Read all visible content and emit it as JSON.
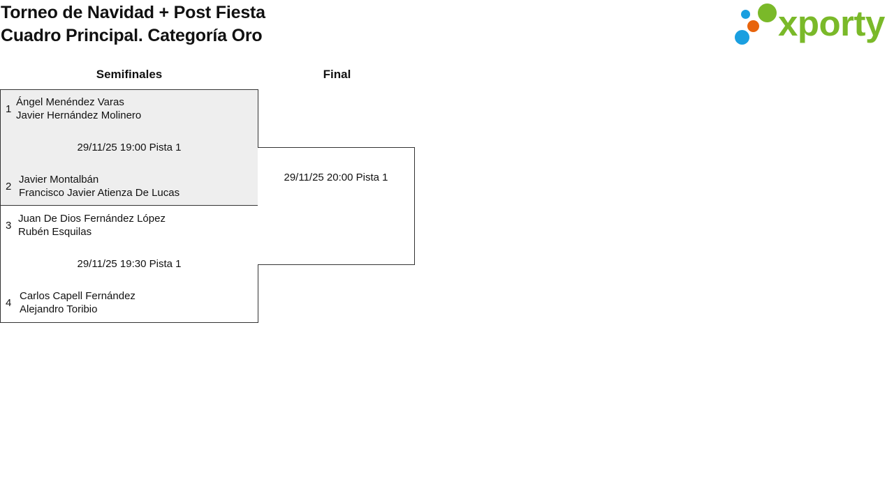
{
  "header": {
    "title_line1": "Torneo de Navidad + Post Fiesta",
    "title_line2": "Cuadro Principal. Categoría Oro"
  },
  "logo": {
    "text": "xporty",
    "colors": {
      "green": "#7ab929",
      "blue": "#1a9fe0",
      "orange": "#e8640c"
    }
  },
  "rounds": {
    "semifinals": "Semifinales",
    "final": "Final"
  },
  "semifinals": [
    {
      "highlighted": true,
      "schedule": "29/11/25 19:00 Pista 1",
      "teams": [
        {
          "seed": "1",
          "players": [
            "Ángel Menéndez Varas",
            "Javier Hernández Molinero"
          ]
        },
        {
          "seed": "2",
          "players": [
            "Javier Montalbán",
            "Francisco Javier Atienza De Lucas"
          ]
        }
      ]
    },
    {
      "highlighted": false,
      "schedule": "29/11/25 19:30 Pista 1",
      "teams": [
        {
          "seed": "3",
          "players": [
            "Juan De Dios Fernández López",
            "Rubén Esquilas"
          ]
        },
        {
          "seed": "4",
          "players": [
            "Carlos Capell Fernández",
            "Alejandro Toribio"
          ]
        }
      ]
    }
  ],
  "final": {
    "schedule": "29/11/25 20:00 Pista 1"
  },
  "colors": {
    "highlight_background": "#eeeeee",
    "border": "#333333"
  }
}
